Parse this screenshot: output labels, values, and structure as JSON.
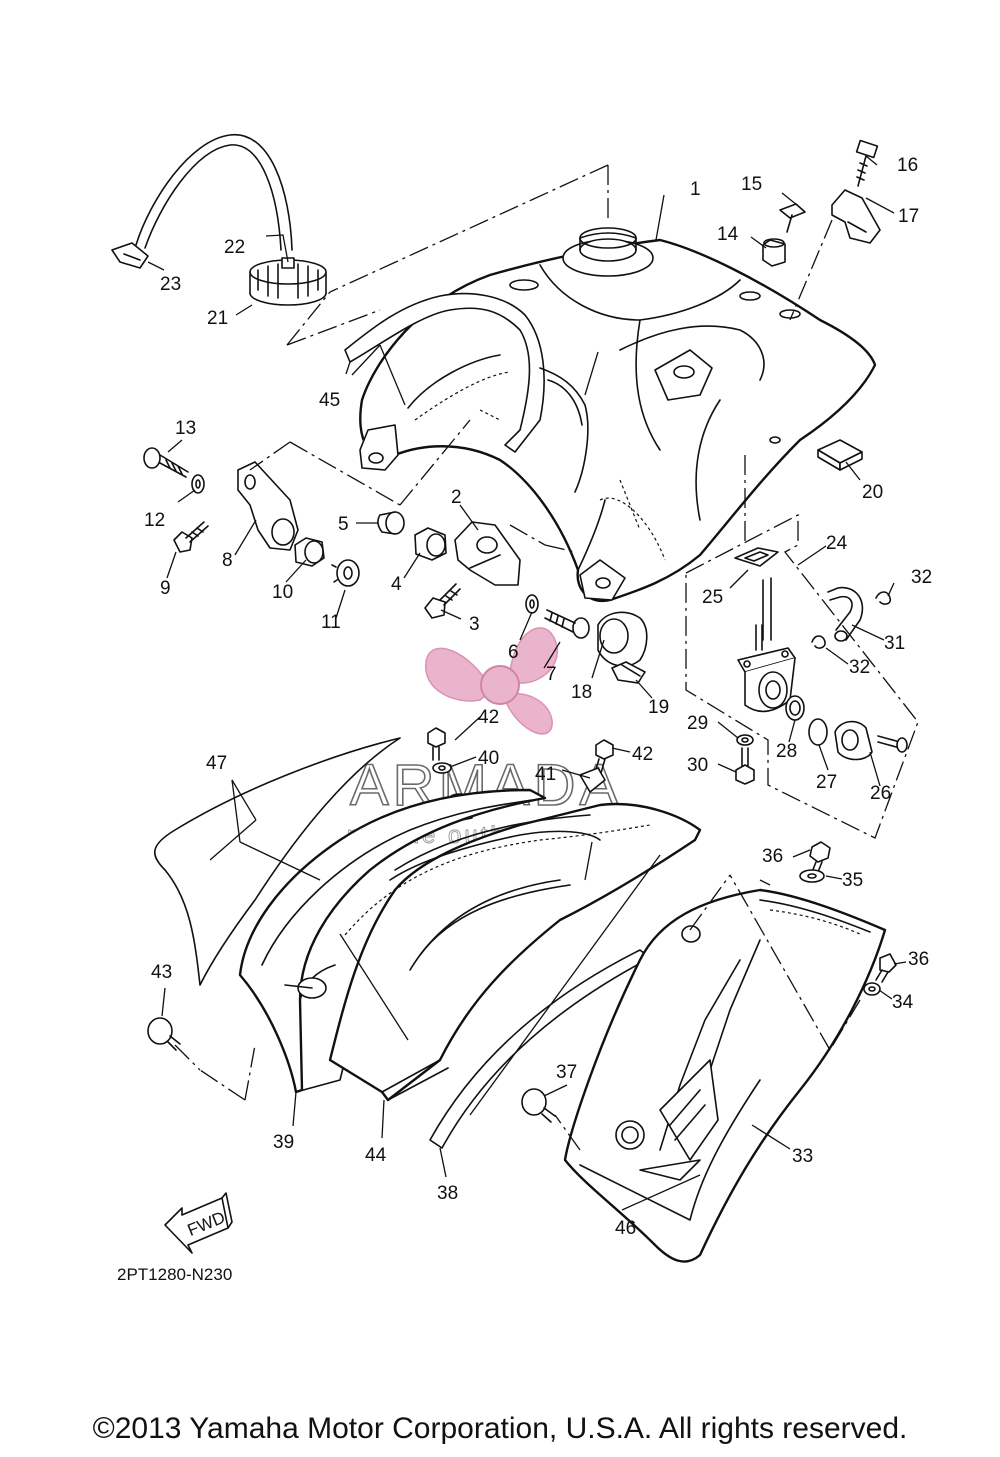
{
  "diagram": {
    "code": "2PT1280-N230",
    "fwd_label": "FWD",
    "copyright": "©2013 Yamaha Motor Corporation, U.S.A. All rights reserved."
  },
  "watermark": {
    "name": "ARMADA",
    "tagline": "marine outboards",
    "logo_color": "#e7a8c4"
  },
  "callouts": {
    "c1": "1",
    "c2": "2",
    "c3": "3",
    "c4": "4",
    "c5": "5",
    "c6": "6",
    "c7": "7",
    "c8": "8",
    "c9": "9",
    "c10": "10",
    "c11": "11",
    "c12": "12",
    "c13": "13",
    "c14": "14",
    "c15": "15",
    "c16": "16",
    "c17": "17",
    "c18": "18",
    "c19": "19",
    "c20": "20",
    "c21": "21",
    "c22": "22",
    "c23": "23",
    "c24": "24",
    "c25": "25",
    "c26": "26",
    "c27": "27",
    "c28": "28",
    "c29": "29",
    "c30": "30",
    "c31": "31",
    "c32a": "32",
    "c32b": "32",
    "c33": "33",
    "c34": "34",
    "c35": "35",
    "c36a": "36",
    "c36b": "36",
    "c37": "37",
    "c38": "38",
    "c39": "39",
    "c40": "40",
    "c41": "41",
    "c42a": "42",
    "c42b": "42",
    "c43": "43",
    "c44": "44",
    "c45": "45",
    "c46": "46",
    "c47": "47"
  }
}
